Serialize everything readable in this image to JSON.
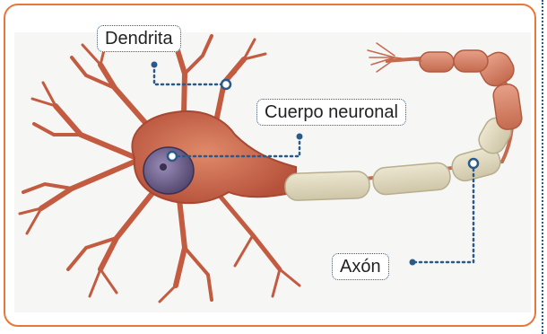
{
  "labels": {
    "dendrite": "Dendrita",
    "cell_body": "Cuerpo neuronal",
    "axon": "Axón"
  },
  "colors": {
    "frame_border": "#e8773a",
    "leader_line": "#2a5a8a",
    "cell_body_fill": "#c9664a",
    "nucleus_fill": "#6c5f8a",
    "myelin_fill": "#e3dcc4",
    "axon_terminal_fill": "#d98a6c"
  }
}
